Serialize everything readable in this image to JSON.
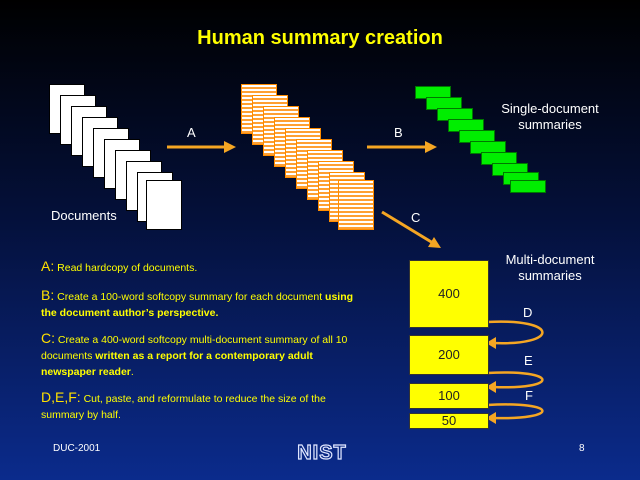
{
  "title": "Human summary creation",
  "labels": {
    "documents": "Documents",
    "single_doc": "Single-document summaries",
    "multi_doc": "Multi-document summaries",
    "arrow_a": "A",
    "arrow_b": "B",
    "arrow_c": "C",
    "arrow_d": "D",
    "arrow_e": "E",
    "arrow_f": "F"
  },
  "boxes": [
    "400",
    "200",
    "100",
    "50"
  ],
  "steps": {
    "a_key": "A:",
    "a_text": "Read  hardcopy of documents.",
    "b_key": "B:",
    "b_text": "Create a 100-word softcopy summary for each document",
    "b_bold": "using the document author’s perspective.",
    "c_key": "C:",
    "c_text": "Create a 400-word softcopy multi-document summary of all 10 documents",
    "c_bold": "written as a report for a contemporary adult newspaper reader",
    "c_end": ".",
    "def_key": "D,E,F:",
    "def_text": "Cut, paste, and reformulate to reduce the size of the summary by half."
  },
  "footer": {
    "left": "DUC-2001",
    "logo": "NIST",
    "page": "8"
  },
  "colors": {
    "title": "#ffff00",
    "arrow": "#f5a623",
    "document": "#ffffff",
    "summary_stripe": "#ffa032",
    "single_summary": "#00ee00",
    "box": "#ffff00"
  }
}
